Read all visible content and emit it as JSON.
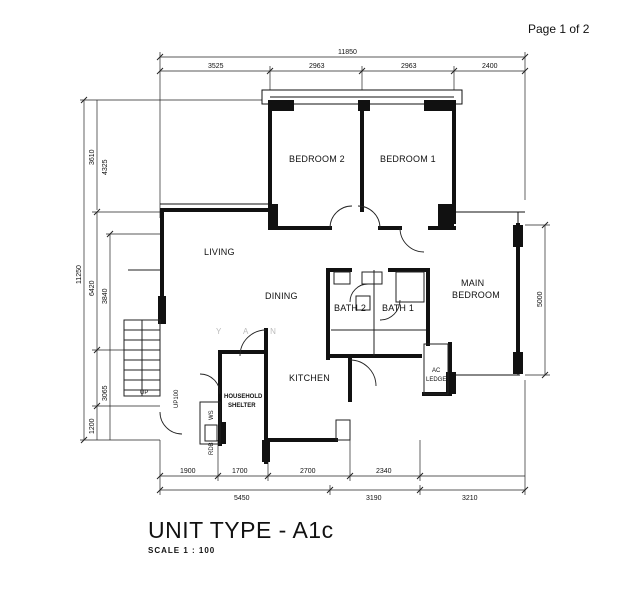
{
  "page": {
    "label": "Page 1 of 2"
  },
  "plan": {
    "title": "UNIT TYPE - A1c",
    "scale": "SCALE 1 : 100",
    "watermark": "Y A N",
    "rooms": {
      "bedroom2": "BEDROOM 2",
      "bedroom1": "BEDROOM 1",
      "main_bed_1": "MAIN",
      "main_bed_2": "BEDROOM",
      "living": "LIVING",
      "dining": "DINING",
      "bath2": "BATH 2",
      "bath1": "BATH 1",
      "kitchen": "KITCHEN",
      "shelter_1": "HOUSEHOLD",
      "shelter_2": "SHELTER",
      "ac_1": "AC",
      "ac_2": "LEDGE",
      "up": "UP",
      "up100": "UP100",
      "ws": "WS",
      "rdb": "RDB"
    },
    "dims": {
      "top_total": "11850",
      "top_1": "3525",
      "top_2": "2963",
      "top_3": "2963",
      "top_4": "2400",
      "bottom_1": "1900",
      "bottom_2": "1700",
      "bottom_3": "2700",
      "bottom_4": "2340",
      "bottom2_1": "5450",
      "bottom2_2": "3190",
      "bottom2_3": "3210",
      "left_total": "11250",
      "left_a": "3610",
      "left_b": "4325",
      "left_c": "6420",
      "left_d": "3840",
      "left_e": "3065",
      "left_f": "1200",
      "right_1": "5000"
    }
  }
}
